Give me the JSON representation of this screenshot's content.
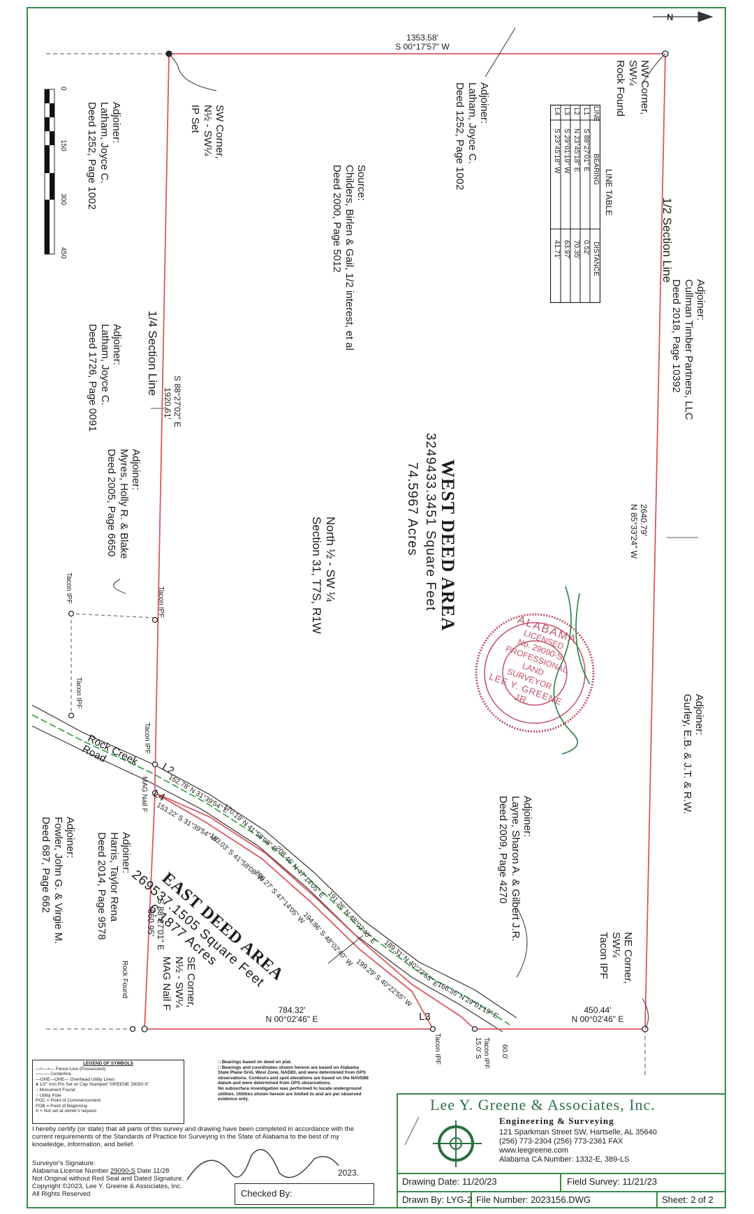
{
  "survey": {
    "north_line": {
      "distance": "1353.58'",
      "bearing": "S 00°17'57\" W"
    },
    "east_line": {
      "distance": "2640.79'",
      "bearing": "N 85°33'24\" W"
    },
    "west_line": {
      "bearing": "S 88°27'02\" E",
      "distance": "1920.61'"
    },
    "se_south": {
      "bearing": "S 88°27'01\" E",
      "distance": "660.95'"
    },
    "south_line_west": {
      "distance": "784.32'",
      "bearing": "N 00°02'46\" E"
    },
    "south_line_east": {
      "distance": "450.44'",
      "bearing": "N 00°02'46\" E"
    },
    "road_courses": [
      {
        "text": "162.78' N 31°39'54\" E"
      },
      {
        "text": "170.19' N 41°58'08\" E"
      },
      {
        "text": "208.46' N 47°14'05\" E"
      },
      {
        "text": "191.26' N 48°02'40\" E"
      },
      {
        "text": "189.31' N 40°22'55\" E"
      },
      {
        "text": "166.35' N 29°01'19\" E"
      },
      {
        "text": "153.22' S 31°39'54\" W"
      },
      {
        "text": "163.03' S 41°58'08\" W"
      },
      {
        "text": "205.27' S 47°14'05\" W"
      },
      {
        "text": "194.86' S 48°02'40\" W"
      },
      {
        "text": "199.29' S 40°22'55\" W"
      }
    ]
  },
  "labels": {
    "nw_corner": "NW Corner,\nSW¼\nRock Found",
    "sw_corner": "SW Corner,\nN½ - SW¼\nIP Set",
    "ne_corner": "NE Corner,\nSW¼\nTacon IPF",
    "se_corner": "SE Corner,\nN½ - SW¼\nMAG Nail F",
    "half_section": "1/2 Section Line",
    "quarter_section": "1/4 Section Line",
    "adj_cullman": "Adjoiner:\nCullman Timber Partners, LLC\nDeed 2018, Page 10392",
    "adj_latham_top": "Adjoiner:\nLatham, Joyce C.\nDeed 1252, Page 1002",
    "adj_latham_left": "Adjoiner:\nLatham, Joyce C.\nDeed 1252, Page 1002",
    "adj_latham_1726": "Adjoiner:\nLatham, Joyce C.\nDeed 1726, Page 0091",
    "adj_myres": "Adjoiner:\nMyres, Holly R. & Blake\nDeed 2005, Page 6650",
    "adj_gurley": "Adjoiner:\nGurley, E.B. & J.T. & R.W.",
    "adj_layne": "Adjoiner:\nLayne, Sharon A. & Gilbert J.R.\nDeed 2009, Page 4270",
    "adj_harris": "Adjoiner:\nHarris, Taylor Rena\nDeed 2014, Page 9578",
    "adj_fowler": "Adjoiner:\nFowler, John G. & Virgie M.\nDeed 687, Page 662",
    "source": "Source:\nChilders, Birlen & Gail, 1/2 interest, et al\nDeed 2000, Page 5012",
    "section": "North ½ - SW ¼\nSection 31, T7S, R1W",
    "road": "Rock Creek\nRoad",
    "tacon_ipf": "Tacon IPF",
    "mag_nail": "MAG Nail F",
    "rock_found": "Rock Found",
    "l2": "L2",
    "l3": "L3",
    "l4": "L4",
    "tacon_offset": "Tacon IPF\n15.0' S",
    "row_width": "60.0'"
  },
  "west_deed": {
    "title": "WEST DEED AREA",
    "sqft": "3249433.3451 Square Feet",
    "acres": "74.5967 Acres"
  },
  "east_deed": {
    "title": "EAST DEED AREA",
    "sqft": "269537.1505 Square Feet",
    "acres": "6.1877 Acres"
  },
  "line_table": {
    "title": "LINE TABLE",
    "headers": [
      "LINE",
      "BEARING",
      "DISTANCE"
    ],
    "rows": [
      [
        "L1",
        "S 88°27'01\" E",
        "0.52'"
      ],
      [
        "L2",
        "N 23°45'18\" E",
        "70.35'"
      ],
      [
        "L3",
        "S 29°01'19\" W",
        "63.97'"
      ],
      [
        "L4",
        "S 23°45'18\" W",
        "41.71'"
      ]
    ]
  },
  "scale": {
    "ticks": [
      "0",
      "150",
      "300",
      "450"
    ]
  },
  "seal": {
    "state": "ALABAMA",
    "licensed": "LICENSED",
    "number": "No. 29090-S",
    "professional": "PROFESSIONAL",
    "land": "LAND",
    "surveyor": "SURVEYOR",
    "name": "LEE Y. GREENE JR."
  },
  "legend": {
    "title": "LEGEND OF SYMBOLS",
    "items": [
      "—×—×— Fence Line (Possession)",
      "——— Centerline",
      "—OHE—OHE— Overhead Utility Lines",
      "● 1/2\" Iron Pin Set w/ Cap Stamped \"GREENE 29090-S\"",
      "○ Monument Found",
      "○ Utility Pole",
      "POC = Point of Commencement",
      "POB = Point of Beginning",
      "X = Not set at owner's request"
    ]
  },
  "notes": [
    "□ Bearings based on deed on plat.",
    "□ Bearings and coordinates shown hereon are based on Alabama State Plane Grid, West Zone, NAD83, and were determined from GPS observations. Contours and spot elevations are based on the NAVD88 datum and were determined from GPS observations.",
    "No subsurface investigation was performed to locate underground utilities. Utilities shown hereon are limited to and are per observed evidence only."
  ],
  "certification": "I hereby certify (or state) that all parts of this survey and drawing have been completed in accordance with the current requirements of the Standards of Practice for Surveying in the State of Alabama to the best of my knowledge, information, and belief.",
  "signature": {
    "surveyor_sig": "Surveyor's Signature:",
    "license_label": "Alabama License Number",
    "license_number": "29090-S",
    "date_label": "Date",
    "date_value": "11/28",
    "year": "2023.",
    "not_original": "Not Original without Red Seal and Dated Signature.",
    "copyright": "Copyright ©2023, Lee Y. Greene & Associates, Inc.",
    "rights": "All Rights Reserved",
    "checked_by": "Checked By:"
  },
  "title_block": {
    "firm": "Lee Y. Greene & Associates, Inc.",
    "sub": "Engineering & Surveying",
    "address": "121 Sparkman Street SW, Hartselle, AL 35640",
    "phone": "(256) 773-2304   (256) 773-2361 FAX",
    "web": "www.leegreene.com",
    "ca": "Alabama CA Number: 1332-E, 389-LS",
    "drawing_date": "Drawing Date: 11/20/23",
    "field_survey": "Field Survey: 11/21/23",
    "drawn_by": "Drawn By: LYG-2",
    "file_number": "File Number: 2023156.DWG",
    "sheet": "Sheet: 2 of 2"
  }
}
